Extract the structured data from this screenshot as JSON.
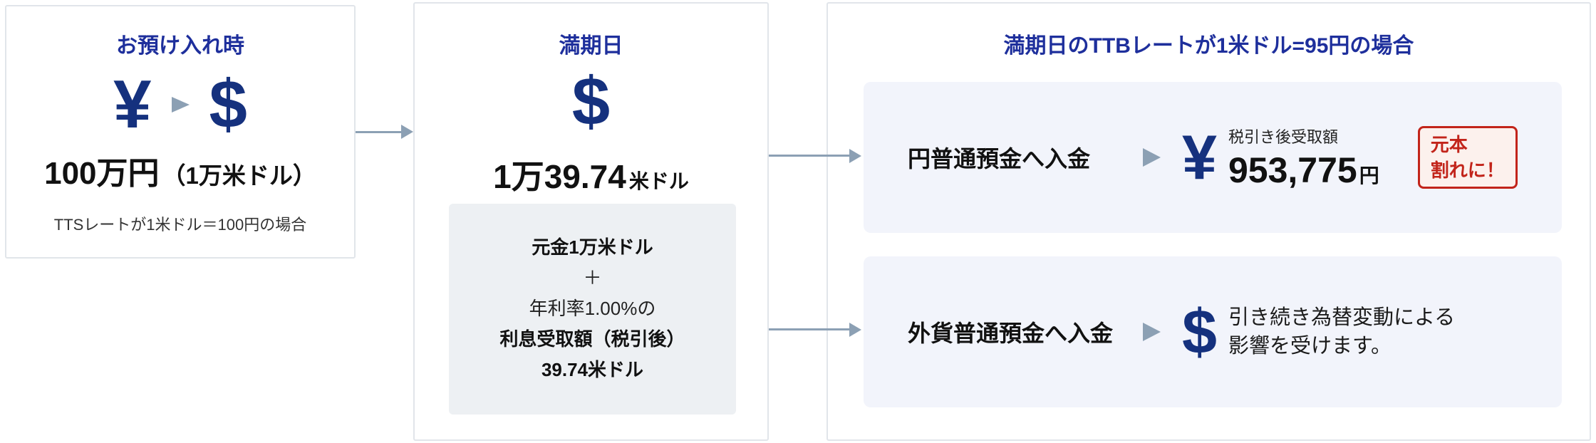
{
  "colors": {
    "title_blue": "#1e2f9c",
    "symbol_navy": "#15317e",
    "connector_gray": "#8ca0b4",
    "badge_red": "#c2241a"
  },
  "deposit": {
    "title": "お預け入れ時",
    "yen_symbol": "¥",
    "dollar_symbol": "$",
    "amount_main": "100万円",
    "amount_sub": "（1万米ドル）",
    "rate_note": "TTSレートが1米ドル＝100円の場合"
  },
  "maturity": {
    "title": "満期日",
    "dollar_symbol": "$",
    "amount_main": "1万39.74",
    "amount_unit": "米ドル",
    "breakdown": [
      "元金1万米ドル",
      "＋",
      "年利率1.00%の",
      "利息受取額（税引後）",
      "39.74米ドル"
    ]
  },
  "scenario": {
    "title": "満期日のTTBレートが1米ドル=95円の場合",
    "jpy_option": {
      "label": "円普通預金へ入金",
      "yen_symbol": "¥",
      "result_caption": "税引き後受取額",
      "result_amount": "953,775",
      "result_unit": "円",
      "badge_line1": "元本",
      "badge_line2": "割れに！"
    },
    "fx_option": {
      "label": "外貨普通預金へ入金",
      "dollar_symbol": "$",
      "desc_line1": "引き続き為替変動による",
      "desc_line2": "影響を受けます。"
    }
  }
}
